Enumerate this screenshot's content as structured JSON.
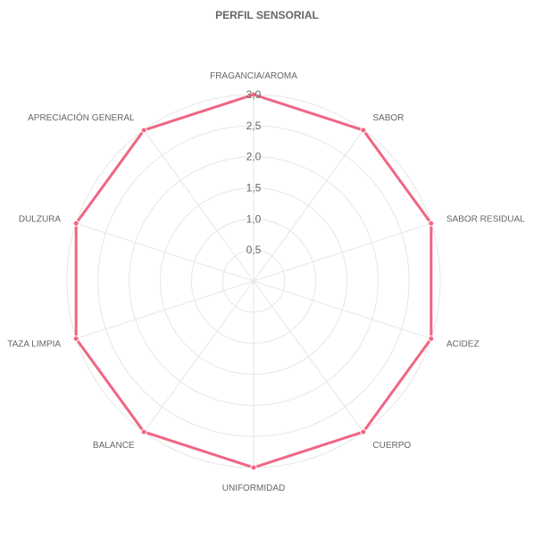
{
  "chart_data": {
    "type": "radar",
    "title": "PERFIL SENSORIAL",
    "categories": [
      "FRAGANCIA/AROMA",
      "SABOR",
      "SABOR RESIDUAL",
      "ACIDEZ",
      "CUERPO",
      "UNIFORMIDAD",
      "BALANCE",
      "TAZA LIMPIA",
      "DULZURA",
      "APRECIACIÓN GENERAL"
    ],
    "series": [
      {
        "values": [
          3,
          3,
          3,
          3,
          3,
          3,
          3,
          3,
          3,
          3
        ]
      }
    ],
    "ticks": [
      "0,5",
      "1,0",
      "1,5",
      "2,0",
      "2,5",
      "3,0"
    ],
    "rlim": [
      0,
      3
    ],
    "grid": true,
    "colors": {
      "line": "#f06584",
      "grid": "#e6e6e6",
      "label": "#666666"
    }
  }
}
